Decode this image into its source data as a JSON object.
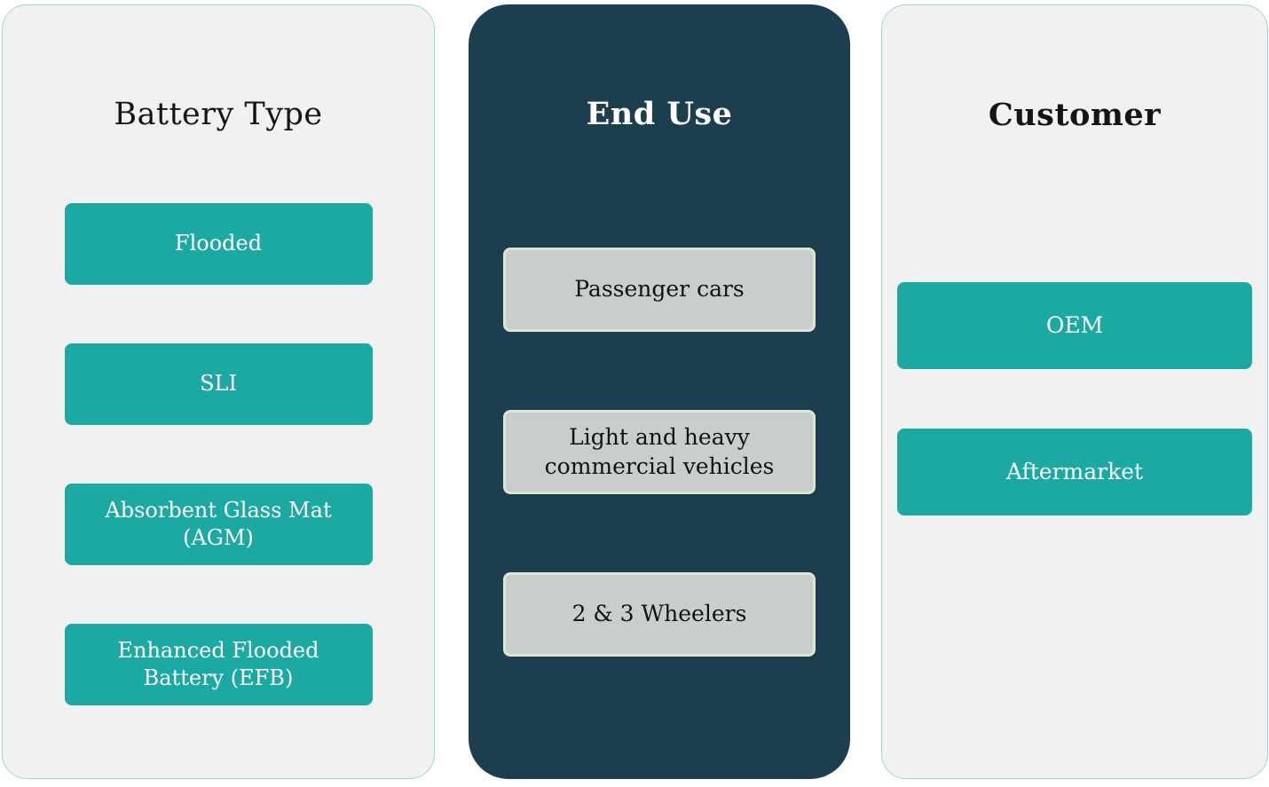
{
  "diagram": {
    "panels": [
      {
        "title": "Battery Type",
        "items": [
          "Flooded",
          "SLI",
          "Absorbent Glass Mat (AGM)",
          "Enhanced Flooded Battery (EFB)"
        ]
      },
      {
        "title": "End Use",
        "items": [
          "Passenger cars",
          "Light and heavy commercial vehicles",
          "2 & 3 Wheelers"
        ]
      },
      {
        "title": "Customer",
        "items": [
          "OEM",
          "Aftermarket"
        ]
      }
    ]
  },
  "colors": {
    "teal": "#1ca9a4",
    "dark_panel": "#1d3e4e",
    "light_panel": "#f1f1f1",
    "light_panel_border": "#9ed8d3",
    "gray_box": "#c9cdcc",
    "gray_box_border": "#dde7d0",
    "teal_text": "#ffffff",
    "dark_text": "#141414"
  }
}
